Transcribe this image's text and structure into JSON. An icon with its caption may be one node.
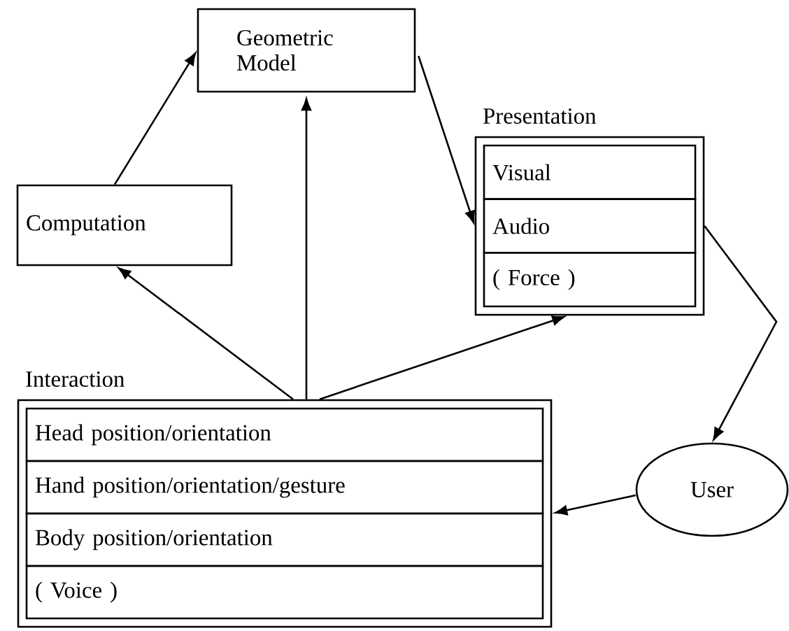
{
  "diagram": {
    "nodes": [
      {
        "text": [
          "Geometric Model"
        ]
      },
      {
        "text": [
          "Computation"
        ]
      },
      {
        "text": [
          "Presentation"
        ]
      },
      {
        "text": [
          "Visual"
        ],
        "in": 2
      },
      {
        "text": [
          "Audio"
        ],
        "in": 2
      },
      {
        "text": [
          "( Force )"
        ],
        "in": 2
      },
      {
        "text": [
          "Interaction"
        ]
      },
      {
        "text": [
          "Head position/orientation"
        ],
        "in": 6
      },
      {
        "text": [
          "Hand position/orientation/gesture"
        ],
        "in": 6
      },
      {
        "text": [
          "Body position/orientation"
        ],
        "in": 6
      },
      {
        "text": [
          "( Voice )"
        ],
        "in": 6
      },
      {
        "text": [
          "User"
        ]
      }
    ],
    "edges": [
      {
        "from": 1,
        "to": 0,
        "arrow": "to"
      },
      {
        "from": 0,
        "to": 2,
        "arrow": "to"
      },
      {
        "from": 6,
        "to": 1,
        "arrow": "to"
      },
      {
        "from": 6,
        "to": 0,
        "arrow": "to"
      },
      {
        "from": 6,
        "to": 2,
        "arrow": "to"
      },
      {
        "from": 4,
        "to": 11,
        "arrow": "to"
      },
      {
        "from": 11,
        "to": 6,
        "arrow": "to"
      }
    ]
  }
}
